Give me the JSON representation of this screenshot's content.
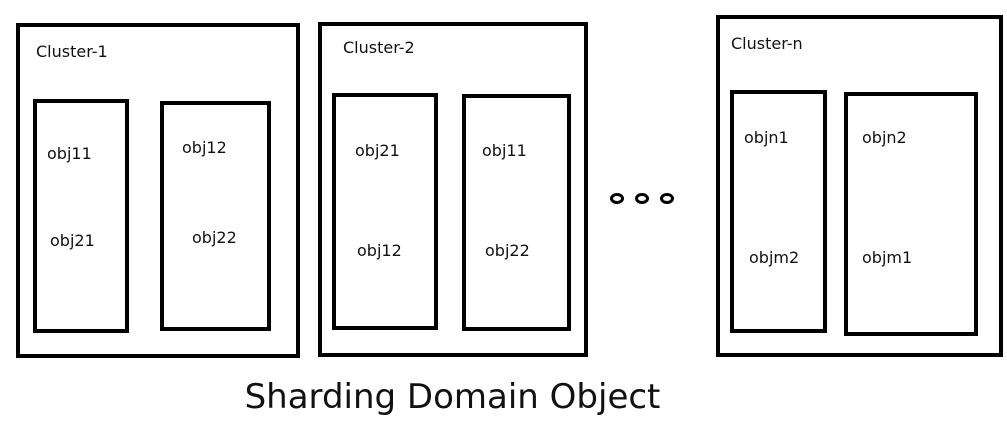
{
  "clusters": [
    {
      "title": "Cluster-1",
      "shards": [
        {
          "objects": [
            "obj11",
            "obj21"
          ]
        },
        {
          "objects": [
            "obj12",
            "obj22"
          ]
        }
      ]
    },
    {
      "title": "Cluster-2",
      "shards": [
        {
          "objects": [
            "obj21",
            "obj12"
          ]
        },
        {
          "objects": [
            "obj11",
            "obj22"
          ]
        }
      ]
    },
    {
      "title": "Cluster-n",
      "shards": [
        {
          "objects": [
            "objn1",
            "objm2"
          ]
        },
        {
          "objects": [
            "objn2",
            "objm1"
          ]
        }
      ]
    }
  ],
  "caption": "Sharding Domain Object"
}
